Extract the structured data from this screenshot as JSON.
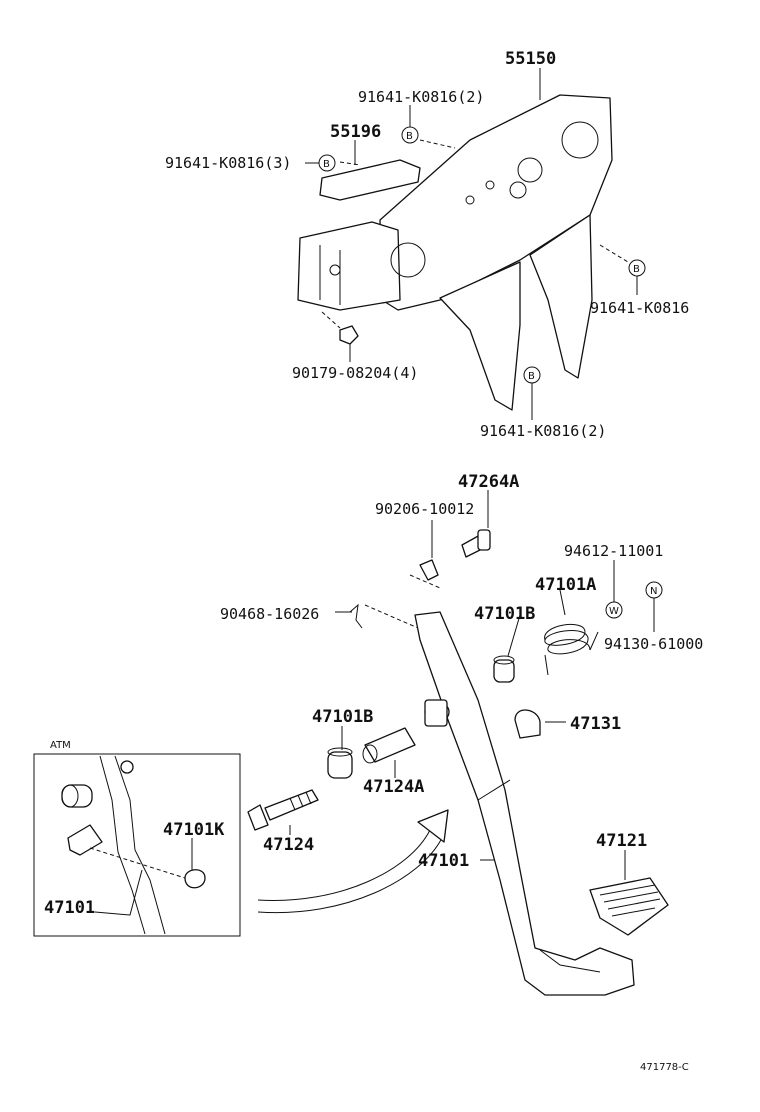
{
  "labels": {
    "p55150": "55150",
    "p91641_b2_top": "91641-K0816(2)",
    "p55196": "55196",
    "p91641_b3": "91641-K0816(3)",
    "p91641_right": "91641-K0816",
    "p90179": "90179-08204(4)",
    "p91641_b2_bottom": "91641-K0816(2)",
    "p47264A": "47264A",
    "p90206": "90206-10012",
    "p94612": "94612-11001",
    "p47101A": "47101A",
    "p90468": "90468-16026",
    "p47101B_top": "47101B",
    "p94130": "94130-61000",
    "p47101B_left": "47101B",
    "p47131": "47131",
    "p47124A": "47124A",
    "p47101K": "47101K",
    "p47124": "47124",
    "p47101_main": "47101",
    "p47121": "47121",
    "p47101_inset": "47101",
    "atm": "ATM",
    "footer_code": "471778-C"
  },
  "callouts": {
    "b": "B",
    "w": "W",
    "n": "N"
  },
  "colors": {
    "ink": "#111111",
    "paper": "#ffffff"
  }
}
